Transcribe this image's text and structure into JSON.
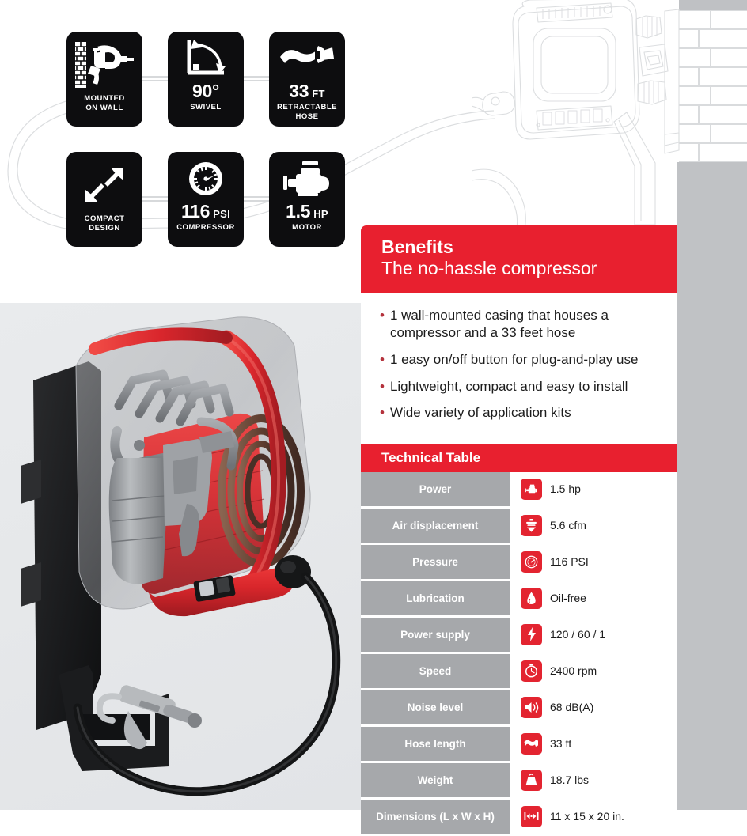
{
  "badges": [
    {
      "id": "mounted-on-wall",
      "icon": "nailer-on-brick-wall-icon",
      "big": "",
      "unit": "",
      "caption": "MOUNTED\nON WALL"
    },
    {
      "id": "swivel",
      "icon": "angle-arrow-icon",
      "big": "90°",
      "unit": "",
      "caption": "SWIVEL"
    },
    {
      "id": "retractable-hose",
      "icon": "hose-nozzle-icon",
      "big": "33",
      "unit": "FT",
      "caption": "RETRACTABLE\nHOSE"
    },
    {
      "id": "compact-design",
      "icon": "compress-arrows-icon",
      "big": "",
      "unit": "",
      "caption": "COMPACT\nDESIGN"
    },
    {
      "id": "compressor",
      "icon": "pressure-gauge-icon",
      "big": "116",
      "unit": "PSI",
      "caption": "COMPRESSOR"
    },
    {
      "id": "motor",
      "icon": "electric-motor-icon",
      "big": "1.5",
      "unit": "HP",
      "caption": "MOTOR"
    }
  ],
  "benefits": {
    "title": "Benefits",
    "subtitle": "The no-hassle compressor",
    "bullet_char": "•",
    "items": [
      "1 wall-mounted casing that houses a compressor and a 33 feet hose",
      "1 easy on/off button for plug-and-play use",
      "Lightweight, compact and easy to install",
      "Wide variety of application kits"
    ]
  },
  "technical_table": {
    "title": "Technical Table",
    "rows": [
      {
        "label": "Power",
        "value": "1.5 hp",
        "icon": "motor-icon"
      },
      {
        "label": "Air displacement",
        "value": "5.6 cfm",
        "icon": "air-flow-icon"
      },
      {
        "label": "Pressure",
        "value": "116 PSI",
        "icon": "gauge-icon"
      },
      {
        "label": "Lubrication",
        "value": "Oil-free",
        "icon": "oil-drop-icon"
      },
      {
        "label": "Power supply",
        "value": "120 / 60 / 1",
        "icon": "lightning-bolt-icon"
      },
      {
        "label": "Speed",
        "value": "2400 rpm",
        "icon": "stopwatch-icon"
      },
      {
        "label": "Noise level",
        "value": "68 dB(A)",
        "icon": "speaker-icon"
      },
      {
        "label": "Hose length",
        "value": "33 ft",
        "icon": "hose-icon"
      },
      {
        "label": "Weight",
        "value": "18.7 lbs",
        "icon": "weight-icon"
      },
      {
        "label": "Dimensions (L x W x H)",
        "value": "11 x 15 x 20 in.",
        "icon": "dimensions-arrows-icon"
      }
    ]
  },
  "colors": {
    "brand_red": "#e8202f",
    "tile_red": "#e32430",
    "label_gray": "#a6a8ab",
    "panel_gray": "#c0c2c5",
    "badge_black": "#0d0d0f"
  },
  "illustration": {
    "line_drawing": "wall-mounted-compressor-outline",
    "wall": "brick-wall-pattern",
    "product_photo": "cutaway-wall-mounted-air-compressor-with-hose-and-blow-gun"
  }
}
